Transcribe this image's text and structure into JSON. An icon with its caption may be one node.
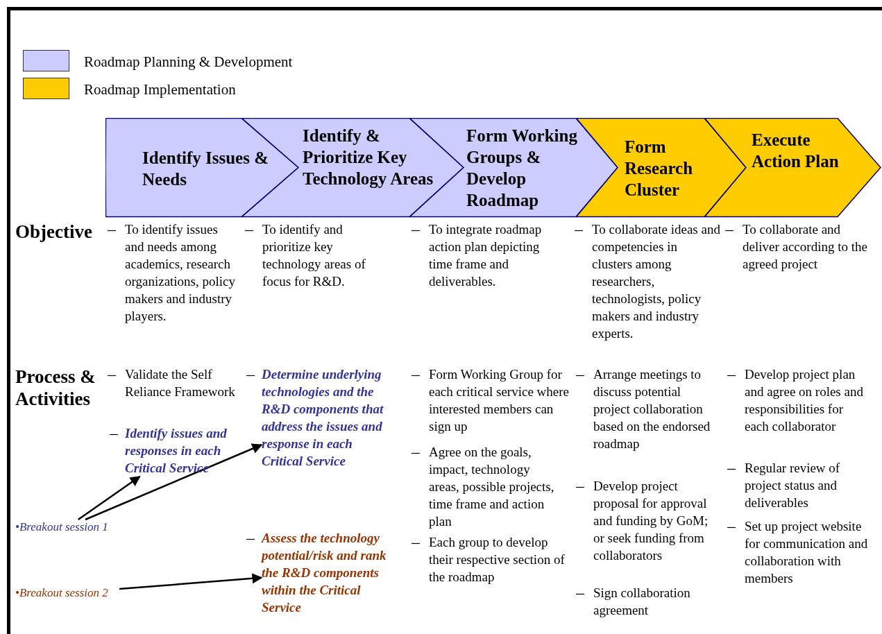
{
  "diagram": {
    "nodes": [
      {
        "text": [
          "Identify Issues & Needs"
        ]
      },
      {
        "text": [
          "Identify & Prioritize Key Technology Areas"
        ]
      },
      {
        "text": [
          "Form Working Groups & Develop Roadmap"
        ]
      },
      {
        "text": [
          "Form Research Cluster"
        ]
      },
      {
        "text": [
          "Execute Action Plan"
        ]
      },
      {
        "text": [
          "Identify issues and responses in each Critical Service"
        ]
      },
      {
        "text": [
          "Determine underlying technologies and the R&D components that address the issues and response in each Critical Service"
        ]
      },
      {
        "text": [
          "Assess the technology potential/risk and rank the R&D components within the Critical Service"
        ]
      },
      {
        "text": [
          "•Breakout session 1"
        ]
      },
      {
        "text": [
          "•Breakout session 2"
        ]
      }
    ],
    "edges": [
      {
        "from": 8,
        "to": 5,
        "arrow": "to"
      },
      {
        "from": 8,
        "to": 6,
        "arrow": "to"
      },
      {
        "from": 9,
        "to": 7,
        "arrow": "to"
      }
    ],
    "labels": [
      "Objective",
      "To identify issues and needs among academics, research organizations, policy makers and industry players.",
      "To identify and prioritize key technology areas of focus for R&D.",
      "To integrate roadmap action plan depicting time frame and deliverables.",
      "To collaborate ideas and competencies in clusters among researchers, technologists, policy makers and industry experts.",
      "To collaborate and deliver according to the agreed project",
      "Process & Activities",
      "Validate the Self Reliance Framework",
      "Form Working Group for each critical service where interested members can sign up",
      "Agree on the goals, impact, technology areas, possible projects, time frame and action plan",
      "Each group to develop their respective section of the roadmap",
      "Arrange meetings to discuss potential project collaboration based on the endorsed roadmap",
      "Develop project proposal for approval and funding by GoM; or seek funding from collaborators",
      "Sign collaboration agreement",
      "Develop project plan and agree on roles and responsibilities for each collaborator",
      "Regular review of project status and deliverables",
      "Set up project website for communication and collaboration with members"
    ],
    "legend": [
      {
        "text": "Roadmap Planning & Development",
        "color": "#ccccff"
      },
      {
        "text": "Roadmap Implementation",
        "color": "#ffcc00"
      }
    ]
  }
}
